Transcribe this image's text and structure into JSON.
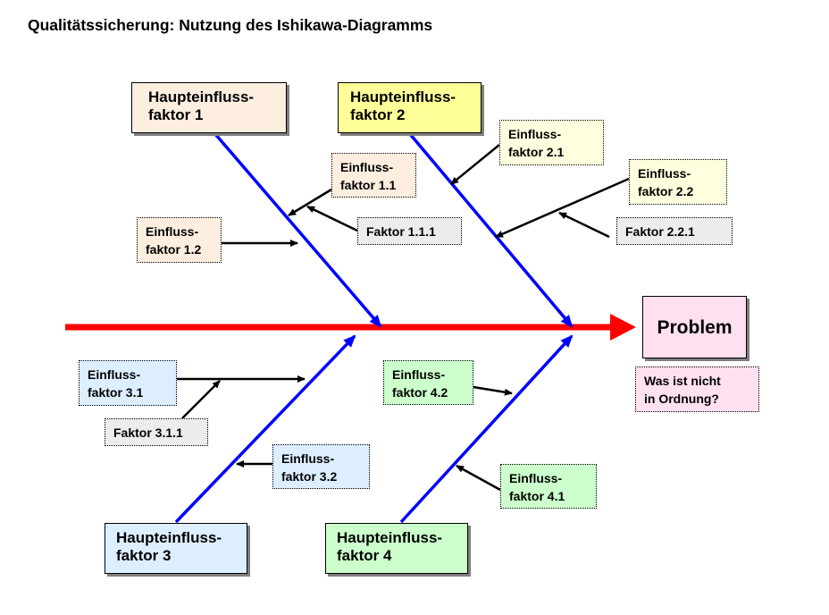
{
  "title": "Qualitätssicherung: Nutzung des Ishikawa-Diagramms",
  "colors": {
    "spine": "#ff0000",
    "bone": "#0000ff",
    "arrow": "#000000",
    "factor1_bg": "#fdeee0",
    "factor2_bg": "#ffff99",
    "factor2_sub_bg": "#ffffe0",
    "factor3_bg": "#ddeeff",
    "factor4_bg": "#ccffcc",
    "subfactor_bg": "#ececec",
    "problem_bg": "#ffe0f0"
  },
  "problem": {
    "label": "Problem",
    "question_line1": "Was ist nicht",
    "question_line2": "in Ordnung?"
  },
  "main_factors": [
    {
      "line1": "Haupteinfluss-",
      "line2": "faktor 1"
    },
    {
      "line1": "Haupteinfluss-",
      "line2": "faktor 2"
    },
    {
      "line1": "Haupteinfluss-",
      "line2": "faktor 3"
    },
    {
      "line1": "Haupteinfluss-",
      "line2": "faktor 4"
    }
  ],
  "influence_factors": {
    "f1_1": {
      "line1": "Einfluss-",
      "line2": "faktor 1.1"
    },
    "f1_2": {
      "line1": "Einfluss-",
      "line2": "faktor 1.2"
    },
    "f2_1": {
      "line1": "Einfluss-",
      "line2": "faktor 2.1"
    },
    "f2_2": {
      "line1": "Einfluss-",
      "line2": "faktor 2.2"
    },
    "f3_1": {
      "line1": "Einfluss-",
      "line2": "faktor 3.1"
    },
    "f3_2": {
      "line1": "Einfluss-",
      "line2": "faktor 3.2"
    },
    "f4_1": {
      "line1": "Einfluss-",
      "line2": "faktor 4.1"
    },
    "f4_2": {
      "line1": "Einfluss-",
      "line2": "faktor 4.2"
    }
  },
  "sub_factors": {
    "f1_1_1": "Faktor 1.1.1",
    "f2_2_1": "Faktor 2.2.1",
    "f3_1_1": "Faktor 3.1.1"
  }
}
